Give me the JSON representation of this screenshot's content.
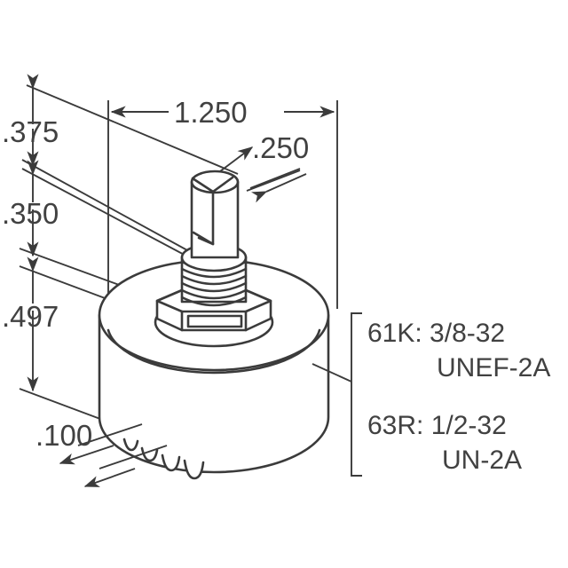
{
  "drawing": {
    "type": "mechanical-outline-drawing",
    "subject": "rotary-switch-with-threaded-bushing-and-d-shaft",
    "units": "inches",
    "line_color": "#3b3b3b",
    "text_color": "#414141",
    "background_color": "#ffffff"
  },
  "dimensions": {
    "shaft_length": ".375",
    "bushing_length": ".350",
    "body_height": ".497",
    "body_diameter": "1.250",
    "shaft_diameter": ".250",
    "terminal_pitch": ".100"
  },
  "notes": {
    "line1": "61K: 3/8-32",
    "line2": "UNEF-2A",
    "line3": "63R: 1/2-32",
    "line4": "UN-2A"
  },
  "labels": {
    "dim_375": ".375",
    "dim_350": ".350",
    "dim_497": ".497",
    "dim_1250": "1.250",
    "dim_250": ".250",
    "dim_100": ".100"
  }
}
